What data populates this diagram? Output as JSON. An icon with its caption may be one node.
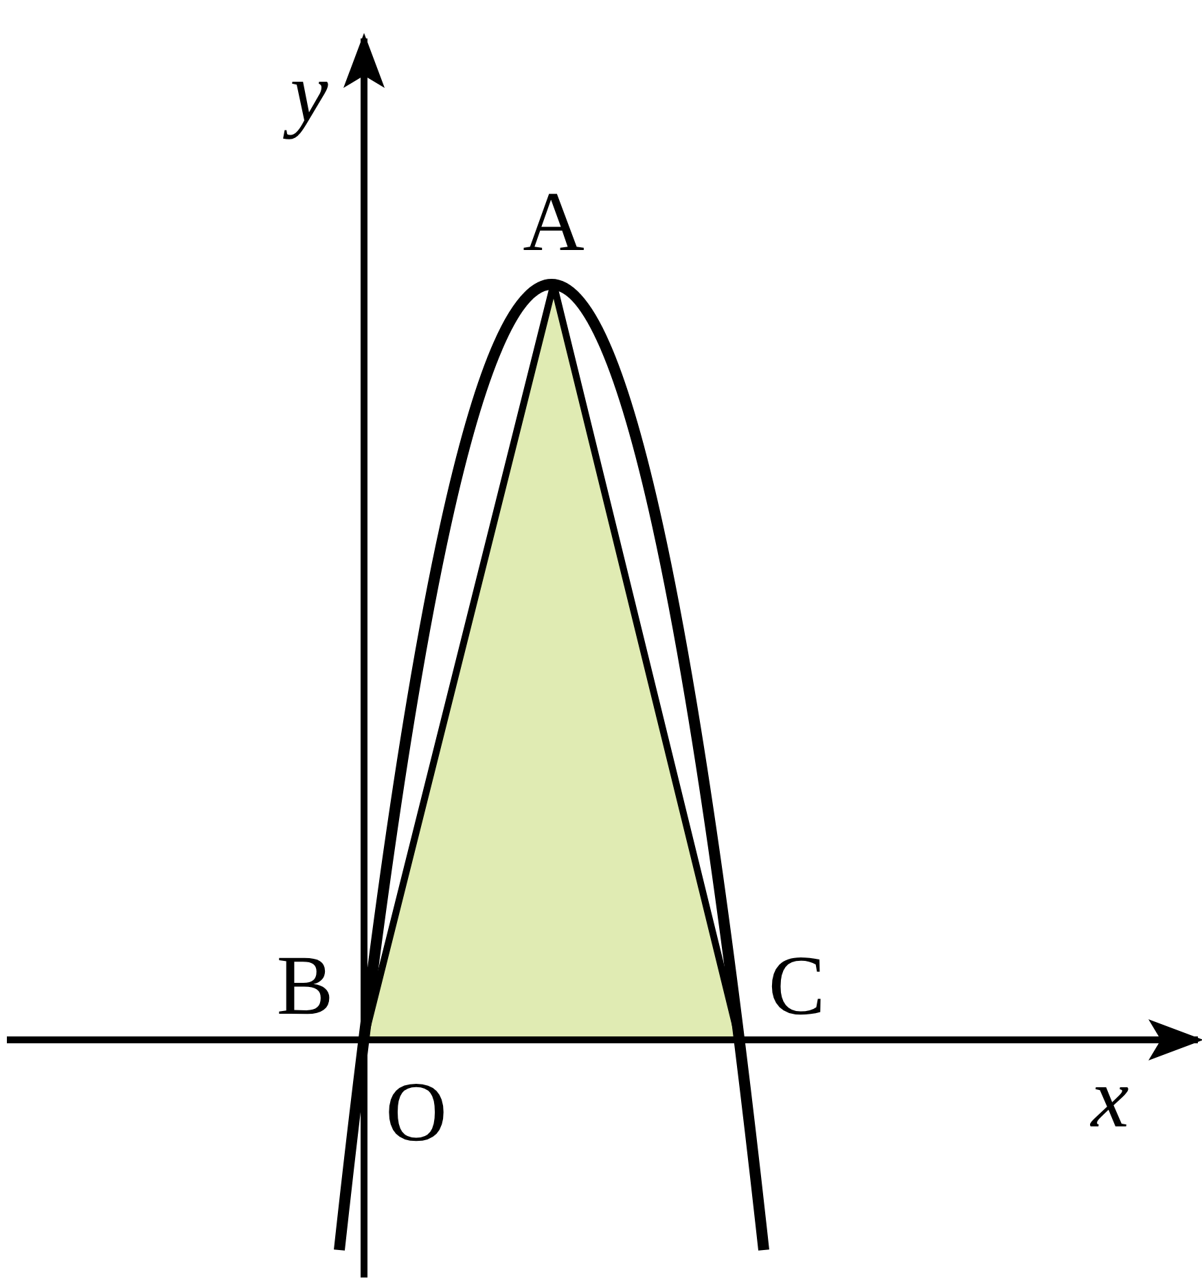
{
  "diagram": {
    "labels": [
      "y",
      "A",
      "B",
      "C",
      "x",
      "O"
    ]
  }
}
